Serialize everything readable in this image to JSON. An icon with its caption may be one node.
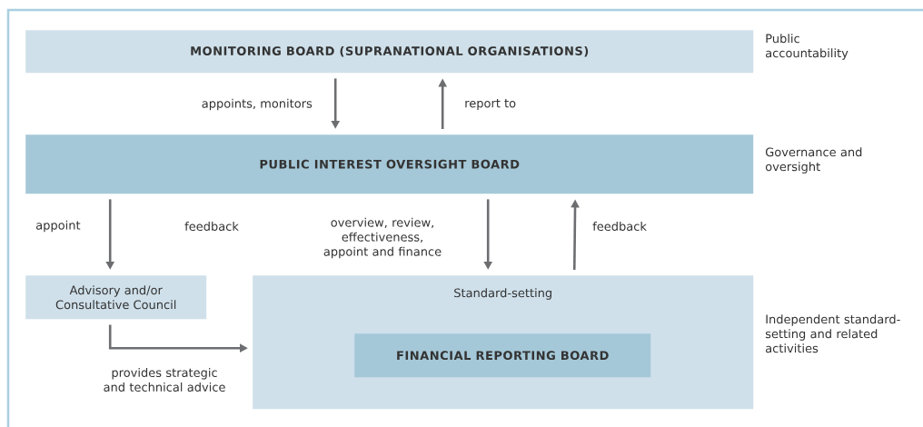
{
  "diagram": {
    "nodes": [
      {
        "text": [
          "MONITORING BOARD (SUPRANATIONAL ORGANISATIONS)"
        ]
      },
      {
        "text": [
          "PUBLIC INTEREST OVERSIGHT BOARD"
        ]
      },
      {
        "text": [
          "Advisory and/or Consultative Council"
        ]
      },
      {
        "text": [
          "Standard-setting"
        ]
      },
      {
        "text": [
          "FINANCIAL REPORTING BOARD"
        ],
        "in": 3
      }
    ],
    "edges": [
      {
        "from": 0,
        "to": 1,
        "arrow": "to",
        "label": "appoints, monitors"
      },
      {
        "from": 1,
        "to": 0,
        "arrow": "to",
        "label": "report to"
      },
      {
        "from": 1,
        "to": 2,
        "arrow": "to",
        "label": "appoint"
      },
      {
        "from": 1,
        "to": 3,
        "arrow": "to",
        "label": "overview, review, effectiveness, appoint and finance"
      },
      {
        "from": 3,
        "to": 1,
        "arrow": "to",
        "label": "feedback"
      },
      {
        "from": 2,
        "to": 3,
        "arrow": "to",
        "label": "provides strategic and technical advice"
      }
    ],
    "labels": [
      "Public accountability",
      "Governance and oversight",
      "feedback",
      "Independent standard-setting and related activities"
    ]
  }
}
